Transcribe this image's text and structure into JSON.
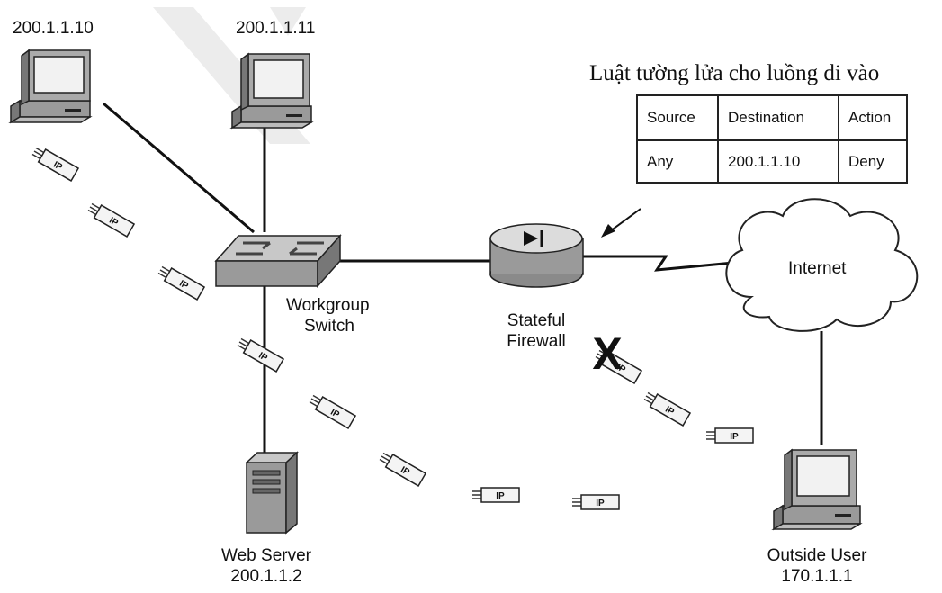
{
  "hosts": {
    "host_a": {
      "label": "200.1.1.10"
    },
    "host_b": {
      "label": "200.1.1.11"
    },
    "web_server": {
      "name": "Web Server",
      "ip": "200.1.1.2"
    },
    "outside_user": {
      "name": "Outside User",
      "ip": "170.1.1.1"
    }
  },
  "switch": {
    "line1": "Workgroup",
    "line2": "Switch"
  },
  "firewall": {
    "line1": "Stateful",
    "line2": "Firewall"
  },
  "internet": {
    "label": "Internet"
  },
  "rule": {
    "title": "Luật tường lửa cho luồng đi vào",
    "headers": [
      "Source",
      "Destination",
      "Action"
    ],
    "row": [
      "Any",
      "200.1.1.10",
      "Deny"
    ]
  },
  "packet": {
    "label": "IP"
  },
  "blocked_mark": "X",
  "colors": {
    "line": "#111111",
    "device_gray": "#9a9a9a",
    "light_gray": "#d8d8d8",
    "watermark": "#e8e8e8"
  }
}
